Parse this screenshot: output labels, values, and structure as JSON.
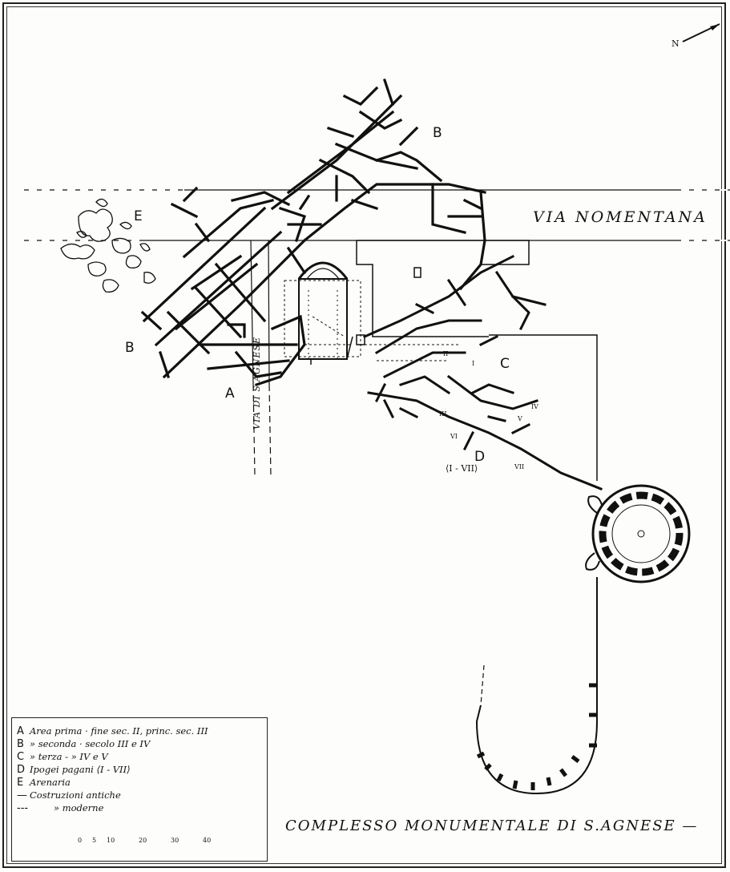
{
  "map": {
    "north_label": "N",
    "road_name": "VIA NOMENTANA",
    "side_road": "VIA DI S.AGNESE",
    "area_labels": [
      {
        "id": "B-north",
        "text": "B"
      },
      {
        "id": "E",
        "text": "E"
      },
      {
        "id": "B-west",
        "text": "B"
      },
      {
        "id": "A",
        "text": "A"
      },
      {
        "id": "C",
        "text": "C"
      },
      {
        "id": "D",
        "text": "D"
      }
    ],
    "hypogea_range": "⟨I - VII⟩",
    "hypogea": [
      "I",
      "II",
      "III",
      "IV",
      "V",
      "VI",
      "VII"
    ],
    "title": "COMPLESSO MONUMENTALE DI S.AGNESE —"
  },
  "legend": {
    "items": [
      {
        "key": "A",
        "text": "Area prima · fine sec. II, princ. sec. III"
      },
      {
        "key": "B",
        "text": "» seconda · secolo III e IV"
      },
      {
        "key": "C",
        "text": "» terza - » IV e V"
      },
      {
        "key": "D",
        "text": "Ipogei pagani ⟨I - VII⟩"
      },
      {
        "key": "E",
        "text": "Arenaria"
      },
      {
        "key": "—",
        "text": "Costruzioni antiche"
      },
      {
        "key": "---",
        "text": "» moderne"
      }
    ],
    "scale_ticks": [
      "0",
      "5",
      "10",
      "20",
      "30",
      "40"
    ]
  }
}
